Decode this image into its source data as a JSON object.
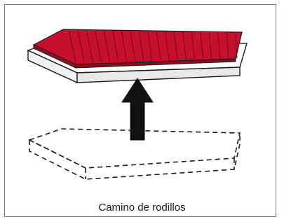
{
  "diagram": {
    "caption": "Camino de rodillos",
    "roller_count": 20,
    "colors": {
      "roller_fill": "#c8102e",
      "roller_dark": "#7a0a1a",
      "outline": "#1a1a1a",
      "base_top": "#ffffff",
      "base_side": "#efefef",
      "frame": "#7a7a7a"
    },
    "elements": {
      "top_unit": "roller-conveyor-module",
      "arrow": "lift-up-arrow",
      "bottom_unit": "empty-position-outline"
    }
  }
}
